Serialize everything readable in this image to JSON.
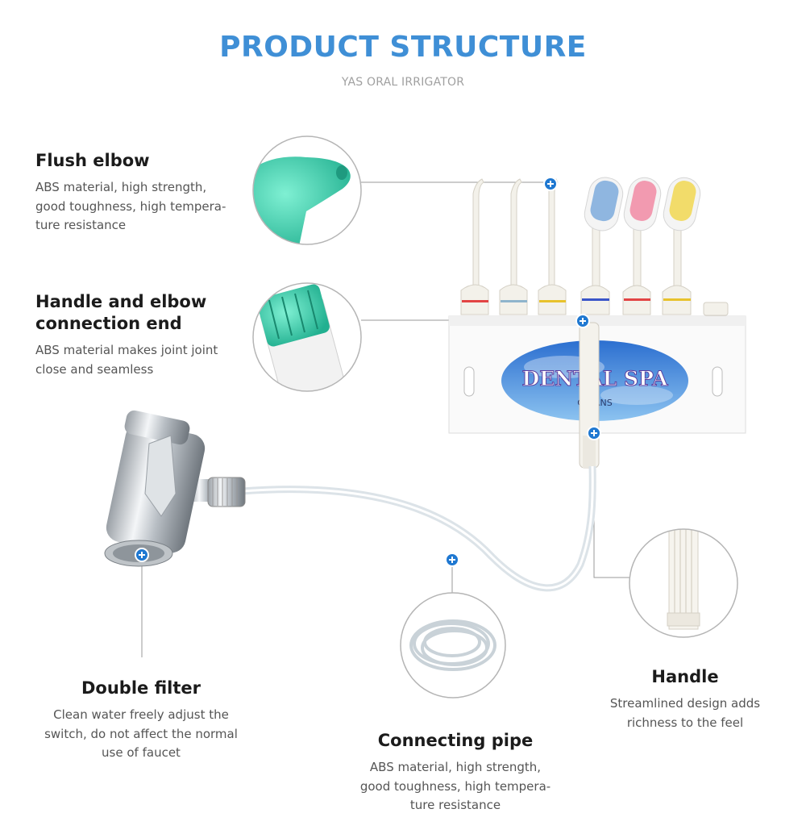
{
  "header": {
    "title": "PRODUCT STRUCTURE",
    "subtitle": "YAS ORAL IRRIGATOR"
  },
  "callouts": {
    "flush_elbow": {
      "title": "Flush elbow",
      "desc": "ABS material, high strength,\ngood toughness, high tempera-\nture resistance"
    },
    "handle_elbow": {
      "title": "Handle and elbow\nconnection end",
      "desc": "ABS material makes joint joint\nclose and seamless"
    },
    "double_filter": {
      "title": "Double filter",
      "desc": "Clean water freely adjust the\nswitch, do not affect the normal\nuse of faucet"
    },
    "connecting_pipe": {
      "title": "Connecting pipe",
      "desc": "ABS material, high strength,\ngood toughness, high tempera-\nture resistance"
    },
    "handle": {
      "title": "Handle",
      "desc": "Streamlined design adds\nrichness to the feel"
    }
  },
  "product": {
    "panel_label": "DENTAL SPA",
    "panel_sub": "CLEANS"
  },
  "colors": {
    "accent": "#3f8fd6",
    "marker": "#1f78d1",
    "nozzle_teal": "#3fcfb0"
  }
}
